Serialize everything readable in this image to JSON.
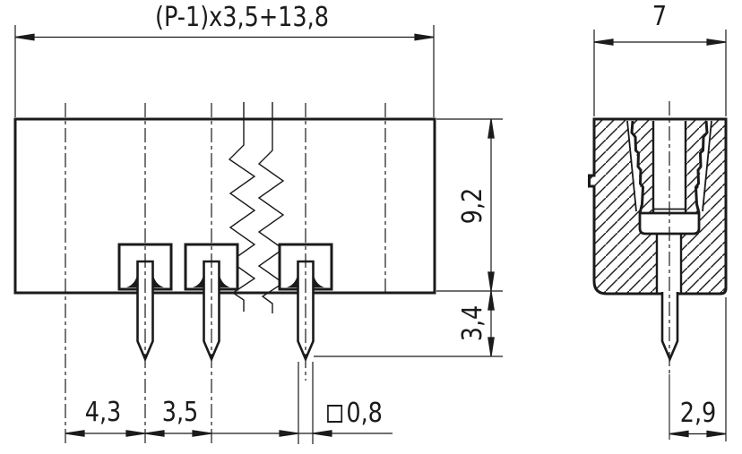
{
  "drawing": {
    "type": "technical dimension drawing",
    "subject": "PCB pin header connector, front view with break lines and sectioned side view",
    "style": {
      "line_color": "#1b1b1b",
      "background": "#ffffff"
    }
  },
  "front_view": {
    "name": "front-view",
    "visible_pin_count": 3,
    "dims": {
      "total_width_formula": "(P-1)x3,5+13,8",
      "body_height": "9,2",
      "pin_protrusion": "3,4",
      "edge_to_first_pin": "4,3",
      "pin_pitch": "3,5",
      "pin_cross_section": "0,8",
      "pin_cross_section_symbol": "square"
    }
  },
  "side_view": {
    "name": "side-section-view",
    "dims": {
      "body_depth": "7",
      "pin_center_to_edge": "2,9"
    }
  }
}
